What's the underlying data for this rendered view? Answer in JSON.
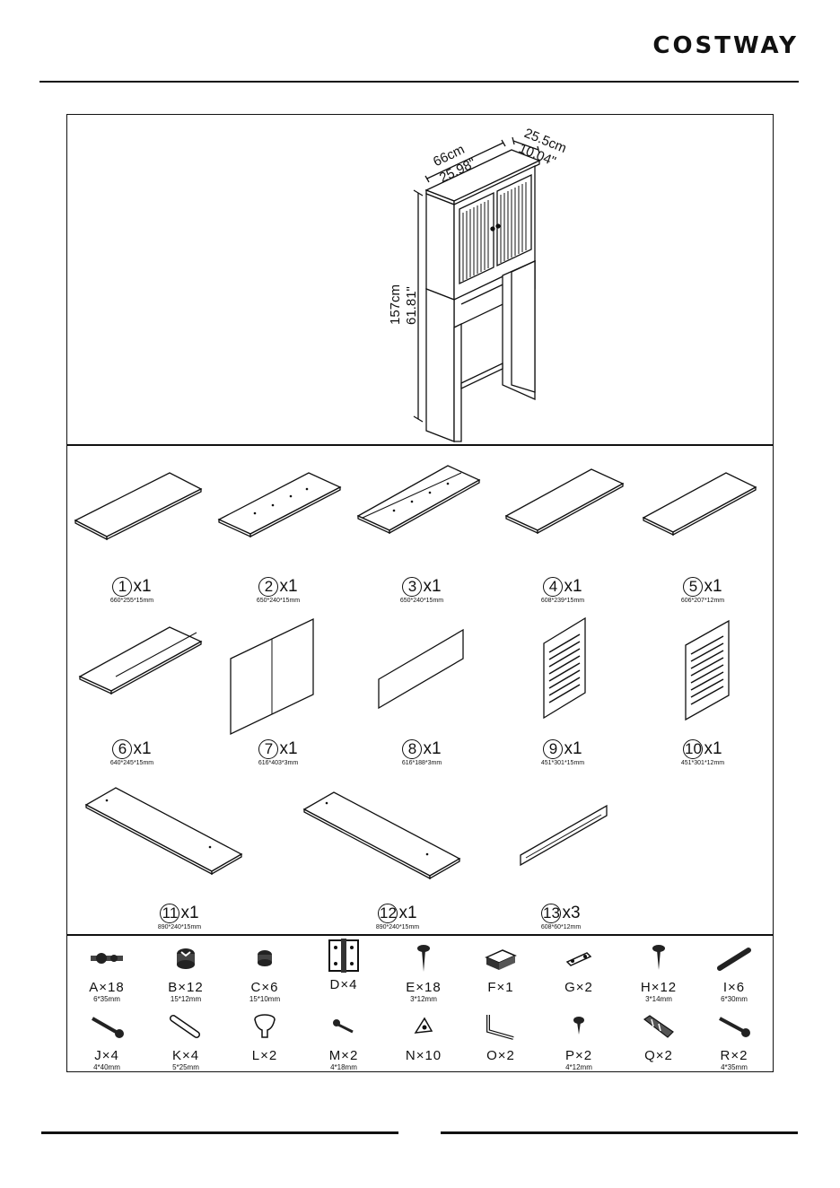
{
  "brand": "COSTWAY",
  "dims": {
    "width_cm": "66cm",
    "width_in": "25.98\"",
    "depth_cm": "25.5cm",
    "depth_in": "10.04\"",
    "height_cm": "157cm",
    "height_in": "61.81\""
  },
  "parts": [
    {
      "num": "1",
      "qty": "x1",
      "size": "660*255*15mm"
    },
    {
      "num": "2",
      "qty": "x1",
      "size": "650*240*15mm"
    },
    {
      "num": "3",
      "qty": "x1",
      "size": "650*240*15mm"
    },
    {
      "num": "4",
      "qty": "x1",
      "size": "608*239*15mm"
    },
    {
      "num": "5",
      "qty": "x1",
      "size": "606*207*12mm"
    },
    {
      "num": "6",
      "qty": "x1",
      "size": "640*245*15mm"
    },
    {
      "num": "7",
      "qty": "x1",
      "size": "616*403*3mm"
    },
    {
      "num": "8",
      "qty": "x1",
      "size": "616*188*3mm"
    },
    {
      "num": "9",
      "qty": "x1",
      "size": "451*301*15mm"
    },
    {
      "num": "10",
      "qty": "x1",
      "size": "451*301*12mm"
    },
    {
      "num": "11",
      "qty": "x1",
      "size": "890*240*15mm"
    },
    {
      "num": "12",
      "qty": "x1",
      "size": "890*240*15mm"
    },
    {
      "num": "13",
      "qty": "x3",
      "size": "608*60*12mm"
    }
  ],
  "hardware": [
    {
      "label": "A×18",
      "size": "6*35mm",
      "icon": "cam-bolt-icon"
    },
    {
      "label": "B×12",
      "size": "15*12mm",
      "icon": "cam-lock-icon"
    },
    {
      "label": "C×6",
      "size": "15*10mm",
      "icon": "small-cam-lock-icon"
    },
    {
      "label": "D×4",
      "size": "",
      "icon": "hinge-icon"
    },
    {
      "label": "E×18",
      "size": "3*12mm",
      "icon": "screw-icon"
    },
    {
      "label": "F×1",
      "size": "",
      "icon": "magnetic-catch-icon"
    },
    {
      "label": "G×2",
      "size": "",
      "icon": "metal-plate-icon"
    },
    {
      "label": "H×12",
      "size": "3*14mm",
      "icon": "screw-icon"
    },
    {
      "label": "I×6",
      "size": "6*30mm",
      "icon": "dowel-icon"
    },
    {
      "label": "J×4",
      "size": "4*40mm",
      "icon": "long-screw-icon"
    },
    {
      "label": "K×4",
      "size": "5*25mm",
      "icon": "wood-dowel-icon"
    },
    {
      "label": "L×2",
      "size": "",
      "icon": "knob-icon"
    },
    {
      "label": "M×2",
      "size": "4*18mm",
      "icon": "bolt-icon"
    },
    {
      "label": "N×10",
      "size": "",
      "icon": "bracket-icon"
    },
    {
      "label": "O×2",
      "size": "",
      "icon": "l-bracket-icon"
    },
    {
      "label": "P×2",
      "size": "4*12mm",
      "icon": "short-screw-icon"
    },
    {
      "label": "Q×2",
      "size": "",
      "icon": "wall-anchor-icon"
    },
    {
      "label": "R×2",
      "size": "4*35mm",
      "icon": "wood-screw-icon"
    }
  ]
}
